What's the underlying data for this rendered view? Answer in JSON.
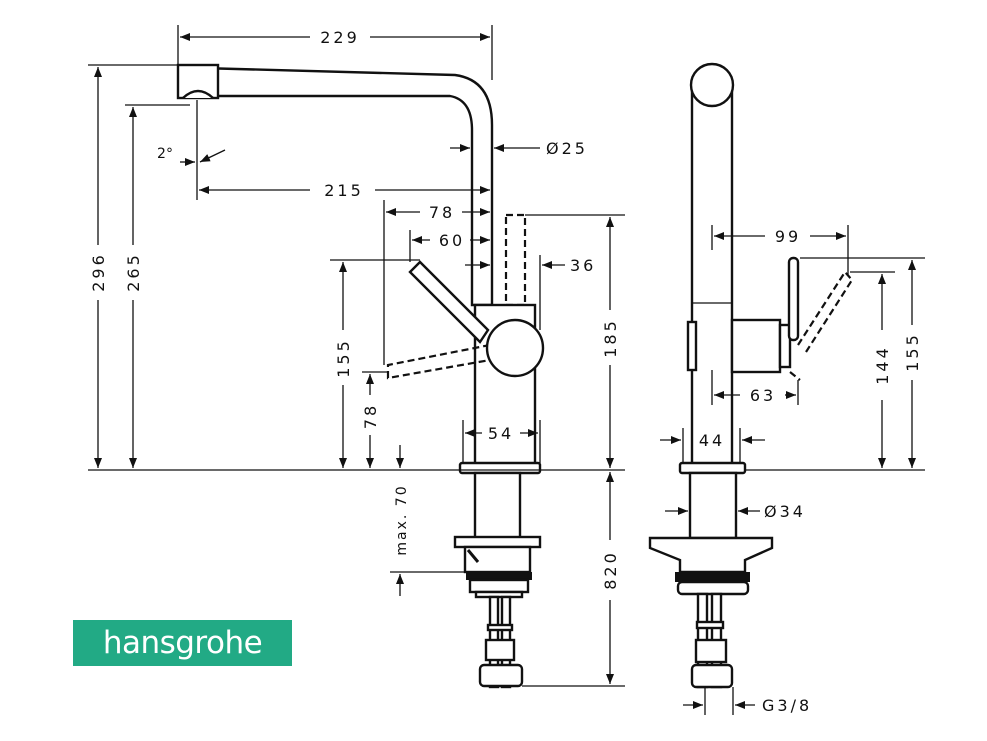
{
  "brand": {
    "name": "hansgrohe",
    "color": "#22aa85"
  },
  "dimensions": {
    "spout_reach_total": "229",
    "spout_reach": "215",
    "total_height": "296",
    "spout_height": "265",
    "spout_angle": "2°",
    "pipe_diameter": "Ø25",
    "lever_reach_max": "78",
    "lever_reach": "60",
    "lever_offset": "36",
    "lever_height_left": "155",
    "lever_low_height": "78",
    "max_counter_thickness": "max. 70",
    "body_height": "185",
    "hose_length": "820",
    "base_width": "54",
    "side_lever_reach": "99",
    "side_lever_body": "63",
    "side_lever_height": "144",
    "side_lever_height_max": "155",
    "side_base_width": "44",
    "shank_diameter": "Ø34",
    "connection_thread": "G3/8"
  }
}
